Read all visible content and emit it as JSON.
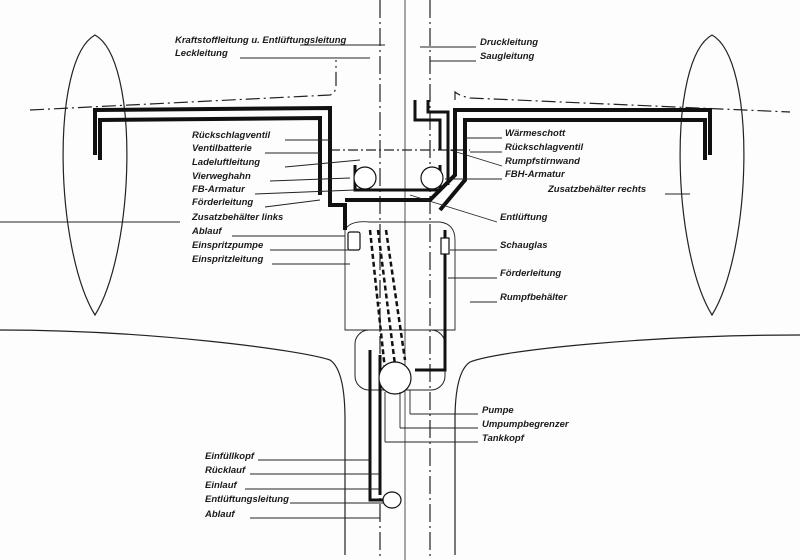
{
  "labels_top": {
    "kraftstoff": "Kraftstoffleitung u. Entlüftungsleitung",
    "leck": "Leckleitung",
    "druck": "Druckleitung",
    "saug": "Saugleitung"
  },
  "labels_left": [
    "Rückschlagventil",
    "Ventilbatterie",
    "Ladeluftleitung",
    "Vierweghahn",
    "FB-Armatur",
    "Förderleitung",
    "Zusatzbehälter links",
    "Ablauf",
    "Einspritzpumpe",
    "Einspritzleitung"
  ],
  "labels_right": [
    "Wärmeschott",
    "Rückschlagventil",
    "Rumpfstirnwand",
    "FBH-Armatur",
    "Zusatzbehälter rechts",
    "Entlüftung",
    "Schauglas",
    "Förderleitung",
    "Rumpfbehälter"
  ],
  "labels_tank": [
    "Pumpe",
    "Umpumpbegrenzer",
    "Tankkopf"
  ],
  "labels_bottom": [
    "Einfüllkopf",
    "Rücklauf",
    "Einlauf",
    "Entlüftungsleitung",
    "Ablauf"
  ]
}
